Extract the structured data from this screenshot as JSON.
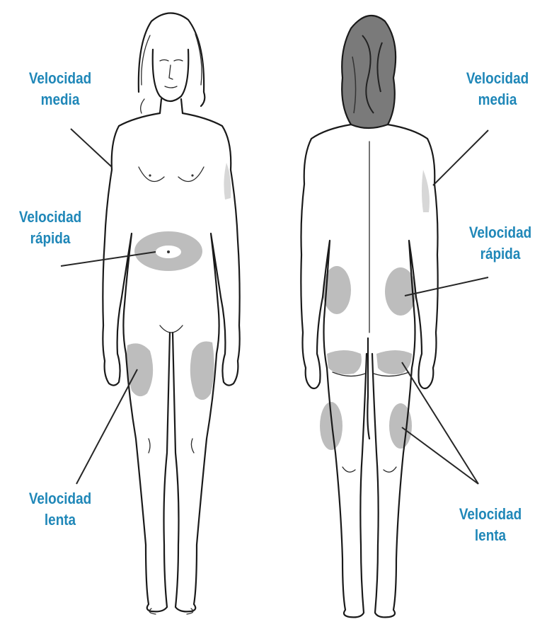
{
  "labels": {
    "front_media": {
      "line1": "Velocidad",
      "line2": "media"
    },
    "front_rapida": {
      "line1": "Velocidad",
      "line2": "rápida"
    },
    "front_lenta": {
      "line1": "Velocidad",
      "line2": "lenta"
    },
    "back_media": {
      "line1": "Velocidad",
      "line2": "media"
    },
    "back_rapida": {
      "line1": "Velocidad",
      "line2": "rápida"
    },
    "back_lenta": {
      "line1": "Velocidad",
      "line2": "lenta"
    }
  },
  "colors": {
    "label": "#1f87b8",
    "zone_fill": "#bdbdbd",
    "line_art": "#1a1a1a"
  }
}
